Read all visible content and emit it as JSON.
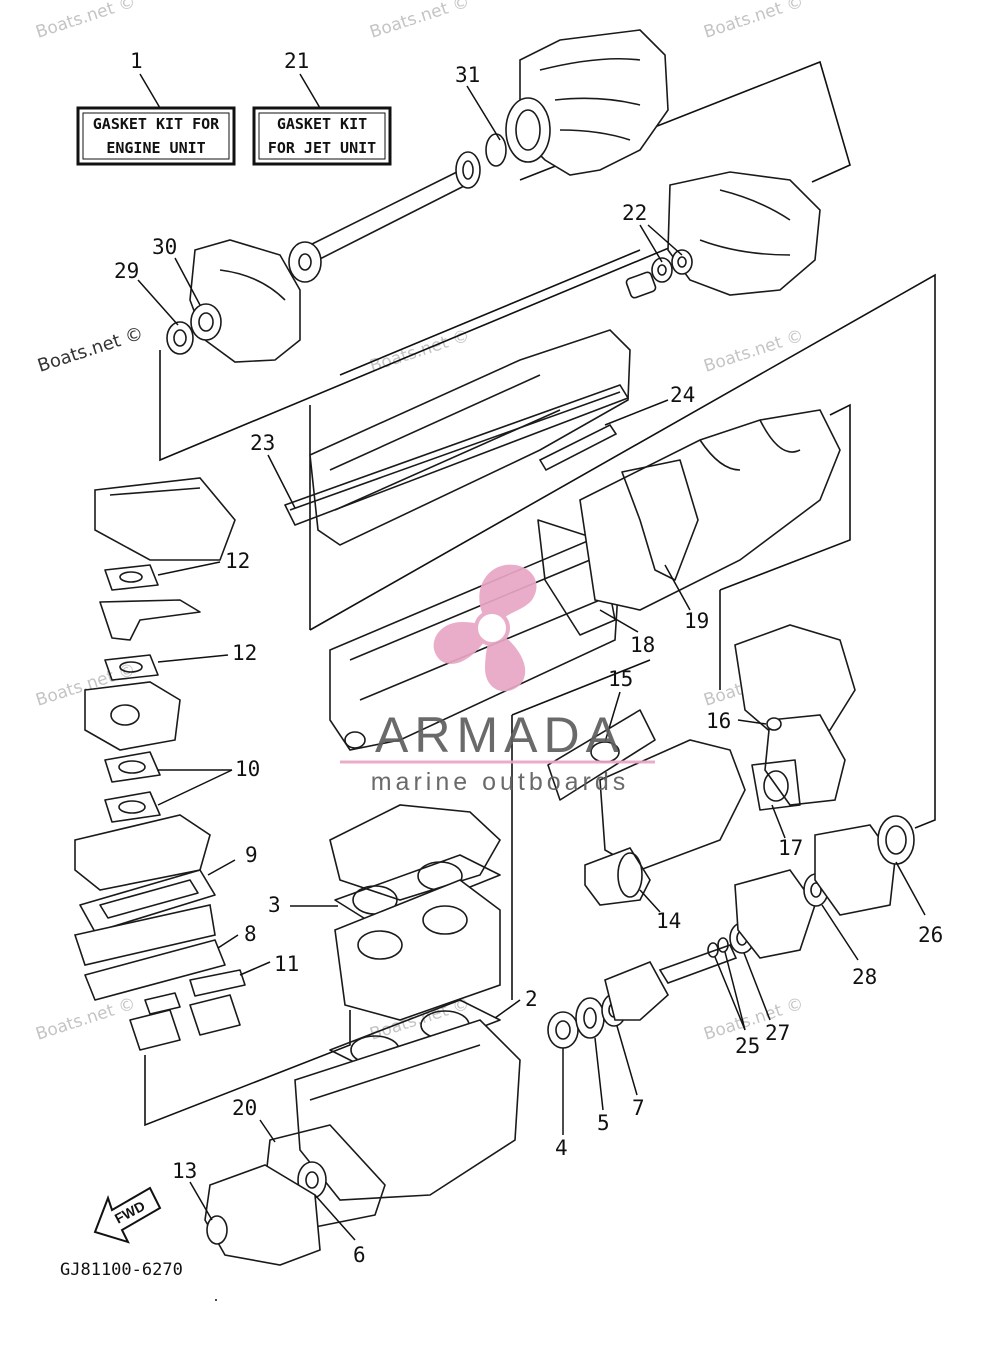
{
  "watermark": {
    "site": "Boats.net ©",
    "brand": "ARMADA",
    "brand_tagline": "marine outboards",
    "brand_color": "#e8a7c5"
  },
  "diagram": {
    "code": "GJ81100-6270",
    "fwd_label": "FWD",
    "boxes": [
      {
        "num": "1",
        "line1": "GASKET KIT FOR",
        "line2": "ENGINE UNIT"
      },
      {
        "num": "21",
        "line1": "GASKET KIT",
        "line2": "FOR JET UNIT"
      }
    ],
    "callouts": {
      "c2": "2",
      "c3": "3",
      "c4": "4",
      "c5": "5",
      "c6": "6",
      "c7": "7",
      "c8": "8",
      "c9": "9",
      "c10": "10",
      "c11": "11",
      "c12a": "12",
      "c12b": "12",
      "c13": "13",
      "c14": "14",
      "c15": "15",
      "c16": "16",
      "c17": "17",
      "c18": "18",
      "c19": "19",
      "c20": "20",
      "c22": "22",
      "c23": "23",
      "c24": "24",
      "c25": "25",
      "c26": "26",
      "c27": "27",
      "c28": "28",
      "c29": "29",
      "c30": "30",
      "c31": "31"
    }
  }
}
